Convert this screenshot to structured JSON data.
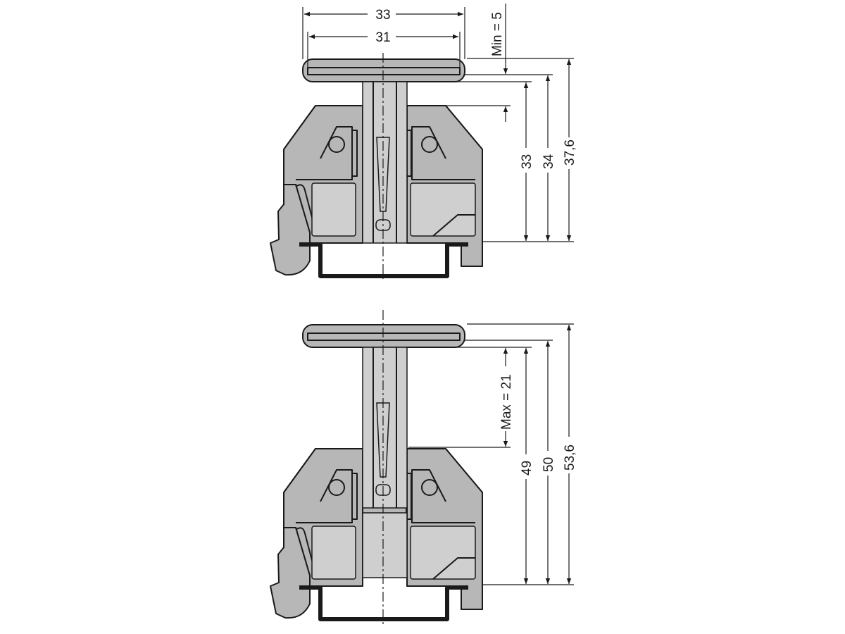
{
  "top_view": {
    "dimensions": {
      "marker_width_outer": "33",
      "marker_width_inner": "31",
      "min_label": "Min = 5",
      "height_a": "33",
      "height_b": "34",
      "height_c": "37,6"
    }
  },
  "bottom_view": {
    "dimensions": {
      "max_label": "Max = 21",
      "height_a": "49",
      "height_b": "50",
      "height_c": "53,6"
    }
  },
  "colors": {
    "part_fill": "#b7b7b7",
    "line": "#1a1a1a",
    "background": "#ffffff"
  }
}
